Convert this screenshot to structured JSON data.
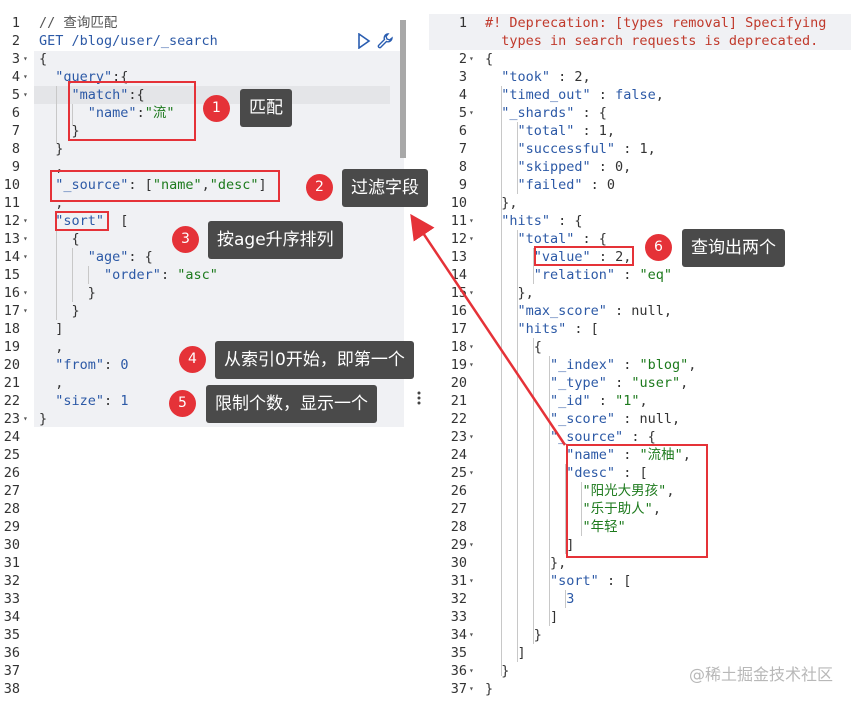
{
  "left_editor": {
    "line_numbers": [
      "1",
      "2",
      "3",
      "4",
      "5",
      "6",
      "7",
      "8",
      "9",
      "10",
      "11",
      "12",
      "13",
      "14",
      "15",
      "16",
      "17",
      "18",
      "19",
      "20",
      "21",
      "22",
      "23",
      "24",
      "25",
      "26",
      "27",
      "28",
      "29",
      "30",
      "31",
      "32",
      "33",
      "34",
      "35",
      "36",
      "37",
      "38"
    ],
    "lines": [
      [
        {
          "t": "// 查询匹配",
          "c": "c"
        }
      ],
      [
        {
          "t": "GET /blog/user/_search",
          "c": "k"
        }
      ],
      [
        {
          "t": "{",
          "c": "p"
        }
      ],
      [
        {
          "t": "  ",
          "c": "p"
        },
        {
          "t": "\"query\"",
          "c": "k"
        },
        {
          "t": ":{",
          "c": "p"
        }
      ],
      [
        {
          "t": "    ",
          "c": "p"
        },
        {
          "t": "\"match\"",
          "c": "k"
        },
        {
          "t": ":{",
          "c": "p"
        }
      ],
      [
        {
          "t": "      ",
          "c": "p"
        },
        {
          "t": "\"name\"",
          "c": "k"
        },
        {
          "t": ":",
          "c": "p"
        },
        {
          "t": "\"流\"",
          "c": "s"
        }
      ],
      [
        {
          "t": "    }",
          "c": "p"
        }
      ],
      [
        {
          "t": "  }",
          "c": "p"
        }
      ],
      [
        {
          "t": "  ,",
          "c": "p"
        }
      ],
      [
        {
          "t": "  ",
          "c": "p"
        },
        {
          "t": "\"_source\"",
          "c": "k"
        },
        {
          "t": ": [",
          "c": "p"
        },
        {
          "t": "\"name\"",
          "c": "s"
        },
        {
          "t": ",",
          "c": "p"
        },
        {
          "t": "\"desc\"",
          "c": "s"
        },
        {
          "t": "]",
          "c": "p"
        }
      ],
      [
        {
          "t": "  ,",
          "c": "p"
        }
      ],
      [
        {
          "t": "  ",
          "c": "p"
        },
        {
          "t": "\"sort\"",
          "c": "k"
        },
        {
          "t": "  [",
          "c": "p"
        }
      ],
      [
        {
          "t": "    {",
          "c": "p"
        }
      ],
      [
        {
          "t": "      ",
          "c": "p"
        },
        {
          "t": "\"age\"",
          "c": "k"
        },
        {
          "t": ": {",
          "c": "p"
        }
      ],
      [
        {
          "t": "        ",
          "c": "p"
        },
        {
          "t": "\"order\"",
          "c": "k"
        },
        {
          "t": ": ",
          "c": "p"
        },
        {
          "t": "\"asc\"",
          "c": "s"
        }
      ],
      [
        {
          "t": "      }",
          "c": "p"
        }
      ],
      [
        {
          "t": "    }",
          "c": "p"
        }
      ],
      [
        {
          "t": "  ]",
          "c": "p"
        }
      ],
      [
        {
          "t": "  ,",
          "c": "p"
        }
      ],
      [
        {
          "t": "  ",
          "c": "p"
        },
        {
          "t": "\"from\"",
          "c": "k"
        },
        {
          "t": ": ",
          "c": "p"
        },
        {
          "t": "0",
          "c": "k"
        }
      ],
      [
        {
          "t": "  ,",
          "c": "p"
        }
      ],
      [
        {
          "t": "  ",
          "c": "p"
        },
        {
          "t": "\"size\"",
          "c": "k"
        },
        {
          "t": ": ",
          "c": "p"
        },
        {
          "t": "1",
          "c": "k"
        }
      ],
      [
        {
          "t": "}",
          "c": "p"
        }
      ]
    ],
    "fold_markers": [
      "3",
      "4",
      "5",
      "12",
      "13",
      "14",
      "16",
      "17",
      "23"
    ]
  },
  "right_editor": {
    "line_numbers": [
      "1",
      "",
      "2",
      "3",
      "4",
      "5",
      "6",
      "7",
      "8",
      "9",
      "10",
      "11",
      "12",
      "13",
      "14",
      "15",
      "16",
      "17",
      "18",
      "19",
      "20",
      "21",
      "22",
      "23",
      "24",
      "25",
      "26",
      "27",
      "28",
      "29",
      "30",
      "31",
      "32",
      "33",
      "34",
      "35",
      "36",
      "37"
    ],
    "lines": [
      [
        {
          "t": "#! Deprecation: [types removal] Specifying",
          "c": "red"
        }
      ],
      [
        {
          "t": "  types in search requests is deprecated.",
          "c": "red"
        }
      ],
      [
        {
          "t": "{",
          "c": "p"
        }
      ],
      [
        {
          "t": "  ",
          "c": "p"
        },
        {
          "t": "\"took\"",
          "c": "k"
        },
        {
          "t": " : 2,",
          "c": "p"
        }
      ],
      [
        {
          "t": "  ",
          "c": "p"
        },
        {
          "t": "\"timed_out\"",
          "c": "k"
        },
        {
          "t": " : ",
          "c": "p"
        },
        {
          "t": "false",
          "c": "k"
        },
        {
          "t": ",",
          "c": "p"
        }
      ],
      [
        {
          "t": "  ",
          "c": "p"
        },
        {
          "t": "\"_shards\"",
          "c": "k"
        },
        {
          "t": " : {",
          "c": "p"
        }
      ],
      [
        {
          "t": "    ",
          "c": "p"
        },
        {
          "t": "\"total\"",
          "c": "k"
        },
        {
          "t": " : 1,",
          "c": "p"
        }
      ],
      [
        {
          "t": "    ",
          "c": "p"
        },
        {
          "t": "\"successful\"",
          "c": "k"
        },
        {
          "t": " : 1,",
          "c": "p"
        }
      ],
      [
        {
          "t": "    ",
          "c": "p"
        },
        {
          "t": "\"skipped\"",
          "c": "k"
        },
        {
          "t": " : 0,",
          "c": "p"
        }
      ],
      [
        {
          "t": "    ",
          "c": "p"
        },
        {
          "t": "\"failed\"",
          "c": "k"
        },
        {
          "t": " : 0",
          "c": "p"
        }
      ],
      [
        {
          "t": "  },",
          "c": "p"
        }
      ],
      [
        {
          "t": "  ",
          "c": "p"
        },
        {
          "t": "\"hits\"",
          "c": "k"
        },
        {
          "t": " : {",
          "c": "p"
        }
      ],
      [
        {
          "t": "    ",
          "c": "p"
        },
        {
          "t": "\"total\"",
          "c": "k"
        },
        {
          "t": " : {",
          "c": "p"
        }
      ],
      [
        {
          "t": "      ",
          "c": "p"
        },
        {
          "t": "\"value\"",
          "c": "k"
        },
        {
          "t": " : 2,",
          "c": "p"
        }
      ],
      [
        {
          "t": "      ",
          "c": "p"
        },
        {
          "t": "\"relation\"",
          "c": "k"
        },
        {
          "t": " : ",
          "c": "p"
        },
        {
          "t": "\"eq\"",
          "c": "s"
        }
      ],
      [
        {
          "t": "    },",
          "c": "p"
        }
      ],
      [
        {
          "t": "    ",
          "c": "p"
        },
        {
          "t": "\"max_score\"",
          "c": "k"
        },
        {
          "t": " : null,",
          "c": "p"
        }
      ],
      [
        {
          "t": "    ",
          "c": "p"
        },
        {
          "t": "\"hits\"",
          "c": "k"
        },
        {
          "t": " : [",
          "c": "p"
        }
      ],
      [
        {
          "t": "      {",
          "c": "p"
        }
      ],
      [
        {
          "t": "        ",
          "c": "p"
        },
        {
          "t": "\"_index\"",
          "c": "k"
        },
        {
          "t": " : ",
          "c": "p"
        },
        {
          "t": "\"blog\"",
          "c": "s"
        },
        {
          "t": ",",
          "c": "p"
        }
      ],
      [
        {
          "t": "        ",
          "c": "p"
        },
        {
          "t": "\"_type\"",
          "c": "k"
        },
        {
          "t": " : ",
          "c": "p"
        },
        {
          "t": "\"user\"",
          "c": "s"
        },
        {
          "t": ",",
          "c": "p"
        }
      ],
      [
        {
          "t": "        ",
          "c": "p"
        },
        {
          "t": "\"_id\"",
          "c": "k"
        },
        {
          "t": " : ",
          "c": "p"
        },
        {
          "t": "\"1\"",
          "c": "s"
        },
        {
          "t": ",",
          "c": "p"
        }
      ],
      [
        {
          "t": "        ",
          "c": "p"
        },
        {
          "t": "\"_score\"",
          "c": "k"
        },
        {
          "t": " : null,",
          "c": "p"
        }
      ],
      [
        {
          "t": "        ",
          "c": "p"
        },
        {
          "t": "\"_source\"",
          "c": "k"
        },
        {
          "t": " : {",
          "c": "p"
        }
      ],
      [
        {
          "t": "          ",
          "c": "p"
        },
        {
          "t": "\"name\"",
          "c": "k"
        },
        {
          "t": " : ",
          "c": "p"
        },
        {
          "t": "\"流柚\"",
          "c": "s"
        },
        {
          "t": ",",
          "c": "p"
        }
      ],
      [
        {
          "t": "          ",
          "c": "p"
        },
        {
          "t": "\"desc\"",
          "c": "k"
        },
        {
          "t": " : [",
          "c": "p"
        }
      ],
      [
        {
          "t": "            ",
          "c": "p"
        },
        {
          "t": "\"阳光大男孩\"",
          "c": "s"
        },
        {
          "t": ",",
          "c": "p"
        }
      ],
      [
        {
          "t": "            ",
          "c": "p"
        },
        {
          "t": "\"乐于助人\"",
          "c": "s"
        },
        {
          "t": ",",
          "c": "p"
        }
      ],
      [
        {
          "t": "            ",
          "c": "p"
        },
        {
          "t": "\"年轻\"",
          "c": "s"
        }
      ],
      [
        {
          "t": "          ]",
          "c": "p"
        }
      ],
      [
        {
          "t": "        },",
          "c": "p"
        }
      ],
      [
        {
          "t": "        ",
          "c": "p"
        },
        {
          "t": "\"sort\"",
          "c": "k"
        },
        {
          "t": " : [",
          "c": "p"
        }
      ],
      [
        {
          "t": "          3",
          "c": "k"
        }
      ],
      [
        {
          "t": "        ]",
          "c": "p"
        }
      ],
      [
        {
          "t": "      }",
          "c": "p"
        }
      ],
      [
        {
          "t": "    ]",
          "c": "p"
        }
      ],
      [
        {
          "t": "  }",
          "c": "p"
        }
      ],
      [
        {
          "t": "}",
          "c": "p"
        }
      ]
    ],
    "fold_markers": [
      "2",
      "5",
      "11",
      "12",
      "15",
      "18",
      "19",
      "23",
      "25",
      "29",
      "31",
      "34",
      "36",
      "37"
    ]
  },
  "annotations": [
    {
      "num": "1",
      "label": "匹配"
    },
    {
      "num": "2",
      "label": "过滤字段"
    },
    {
      "num": "3",
      "label": "按age升序排列"
    },
    {
      "num": "4",
      "label": "从索引0开始，即第一个"
    },
    {
      "num": "5",
      "label": "限制个数，显示一个"
    },
    {
      "num": "6",
      "label": "查询出两个"
    }
  ],
  "watermark": "@稀土掘金技术社区",
  "icons": [
    "play-icon",
    "wrench-icon",
    "more-vertical-icon"
  ],
  "colors": {
    "key": "#2c59a6",
    "string": "#1d7a1d",
    "warning": "#c0392b",
    "annotation": "#e53238",
    "tooltip": "#4a4a4a"
  }
}
